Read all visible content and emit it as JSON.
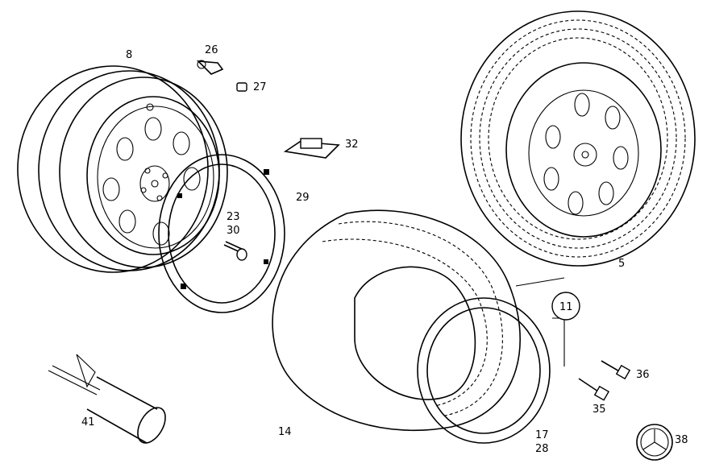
{
  "callouts": {
    "c8": "8",
    "c26": "26",
    "c27": "27",
    "c32": "32",
    "c29": "29",
    "c23": "23",
    "c30": "30",
    "c5": "5",
    "c11": "11",
    "c36": "36",
    "c35": "35",
    "c41": "41",
    "c14": "14",
    "c17": "17",
    "c28": "28",
    "c38": "38"
  }
}
